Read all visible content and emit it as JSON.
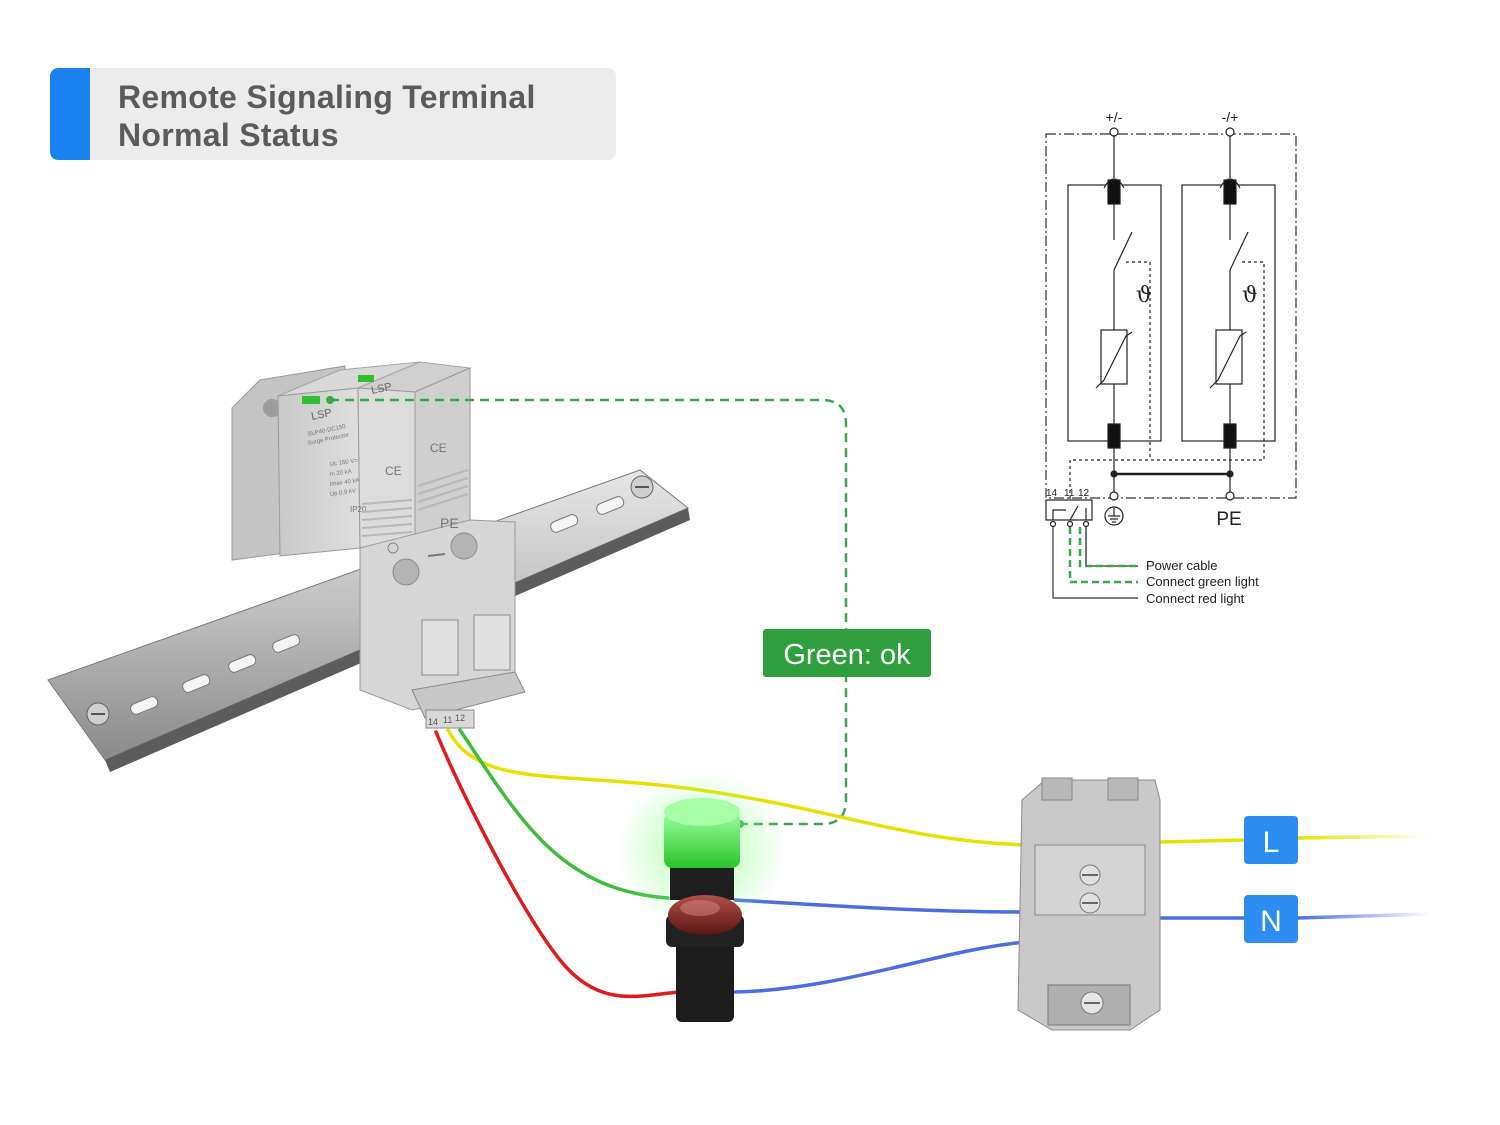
{
  "title": {
    "line1": "Remote Signaling Terminal",
    "line2": "Normal Status"
  },
  "callout": {
    "label": "Green: ok",
    "color": "#2f9e3f"
  },
  "device": {
    "brand": "LSP",
    "model": "SLP40-DC150",
    "subtitle": "Surge Protector",
    "specs": [
      "Uc  150 V=",
      "In  20 kA",
      "Imax 40 kA",
      "Up  0.9 kV"
    ],
    "ip": "IP20",
    "ce": "CE",
    "pe": "PE",
    "terminals": [
      "14",
      "11",
      "12"
    ]
  },
  "lines": {
    "L": "L",
    "N": "N"
  },
  "schematic": {
    "top_left": "+/-",
    "top_right": "-/+",
    "pe": "PE",
    "terminals": [
      "14",
      "11",
      "12"
    ],
    "theta": "ϑ",
    "legend": [
      "Power cable",
      "Connect green light",
      "Connect red light"
    ]
  },
  "colors": {
    "accent_blue": "#1a82f0",
    "green_dash": "#3aa84a",
    "wire_yellow": "#e8e000",
    "wire_green": "#3cbd3c",
    "wire_red": "#e01b1b",
    "wire_blue": "#4a6ee0",
    "badge_blue": "#2d8cf0"
  }
}
